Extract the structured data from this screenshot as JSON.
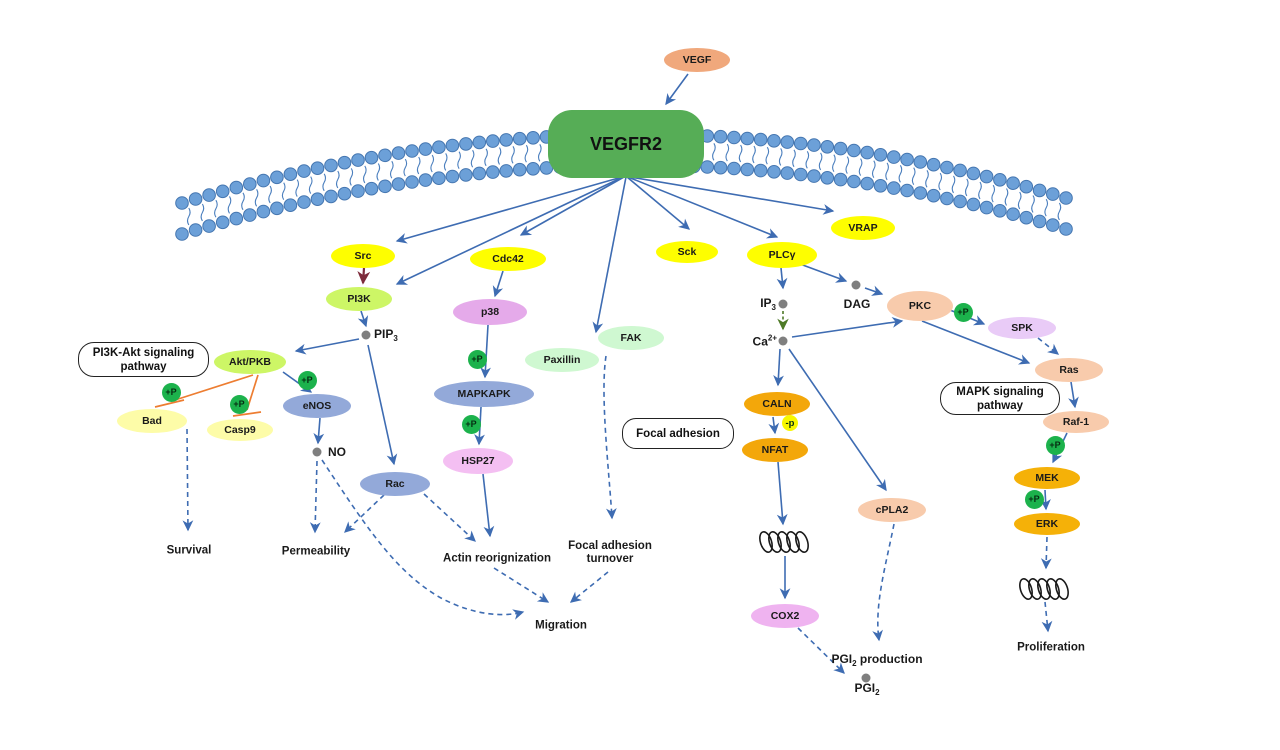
{
  "receptor": {
    "label": "VEGFR2",
    "fill": "#56AD56"
  },
  "nodes": [
    {
      "id": "vegf",
      "label": "VEGF",
      "fill": "#F0A87C"
    },
    {
      "id": "src",
      "label": "Src",
      "fill": "#FEFE00"
    },
    {
      "id": "pi3k",
      "label": "PI3K",
      "fill": "#CDF666"
    },
    {
      "id": "cdc42",
      "label": "Cdc42",
      "fill": "#FEFE00"
    },
    {
      "id": "p38",
      "label": "p38",
      "fill": "#E5AAEA"
    },
    {
      "id": "mapkapk",
      "label": "MAPKAPK",
      "fill": "#93A9D9"
    },
    {
      "id": "hsp27",
      "label": "HSP27",
      "fill": "#F4BFF2"
    },
    {
      "id": "rac",
      "label": "Rac",
      "fill": "#93A9D9"
    },
    {
      "id": "paxillin",
      "label": "Paxillin",
      "fill": "#CFF8D1"
    },
    {
      "id": "fak",
      "label": "FAK",
      "fill": "#CFF8D1"
    },
    {
      "id": "sck",
      "label": "Sck",
      "fill": "#FEFE00"
    },
    {
      "id": "plcg",
      "label": "PLCγ",
      "fill": "#FEFE00"
    },
    {
      "id": "vrap",
      "label": "VRAP",
      "fill": "#FEFE00"
    },
    {
      "id": "akt",
      "label": "Akt/PKB",
      "fill": "#CDF666"
    },
    {
      "id": "bad",
      "label": "Bad",
      "fill": "#FDFCA8"
    },
    {
      "id": "casp9",
      "label": "Casp9",
      "fill": "#FDFCA8"
    },
    {
      "id": "enos",
      "label": "eNOS",
      "fill": "#93A9D9"
    },
    {
      "id": "caln",
      "label": "CALN",
      "fill": "#F3A70A"
    },
    {
      "id": "nfat",
      "label": "NFAT",
      "fill": "#F3A70A"
    },
    {
      "id": "cox2",
      "label": "COX2",
      "fill": "#EFB3F0"
    },
    {
      "id": "cpla2",
      "label": "cPLA2",
      "fill": "#F8CBAC"
    },
    {
      "id": "pkc",
      "label": "PKC",
      "fill": "#F8CBAC"
    },
    {
      "id": "spk",
      "label": "SPK",
      "fill": "#E9CBF7"
    },
    {
      "id": "ras",
      "label": "Ras",
      "fill": "#F8CBAC"
    },
    {
      "id": "raf1",
      "label": "Raf-1",
      "fill": "#F8CBAC"
    },
    {
      "id": "mek",
      "label": "MEK",
      "fill": "#F5B108"
    },
    {
      "id": "erk",
      "label": "ERK",
      "fill": "#F5B108"
    }
  ],
  "marks": [
    {
      "id": "p-akt-bad",
      "label": "+P",
      "type": "plus"
    },
    {
      "id": "p-akt-casp9",
      "label": "+P",
      "type": "plus"
    },
    {
      "id": "p-akt-enos",
      "label": "+P",
      "type": "plus"
    },
    {
      "id": "p-p38-mapkapk",
      "label": "+P",
      "type": "plus"
    },
    {
      "id": "p-mapkapk-hsp27",
      "label": "+P",
      "type": "plus"
    },
    {
      "id": "p-pkc-spk",
      "label": "+P",
      "type": "plus"
    },
    {
      "id": "p-raf1-mek",
      "label": "+P",
      "type": "plus"
    },
    {
      "id": "p-mek-erk",
      "label": "+P",
      "type": "plus"
    },
    {
      "id": "p-caln-nfat",
      "label": "-p",
      "type": "minus"
    }
  ],
  "molecules": [
    {
      "id": "pip3",
      "parts": [
        {
          "t": "PIP"
        },
        {
          "t": "3",
          "sub": true
        }
      ]
    },
    {
      "id": "ip3",
      "parts": [
        {
          "t": "IP"
        },
        {
          "t": "3",
          "sub": true
        }
      ]
    },
    {
      "id": "ca2",
      "parts": [
        {
          "t": "Ca"
        },
        {
          "t": "2+",
          "sup": true
        }
      ]
    },
    {
      "id": "dag",
      "parts": [
        {
          "t": "DAG"
        }
      ]
    },
    {
      "id": "no",
      "parts": [
        {
          "t": "NO"
        }
      ]
    },
    {
      "id": "pgi2",
      "parts": [
        {
          "t": "PGI"
        },
        {
          "t": "2",
          "sub": true
        }
      ]
    },
    {
      "id": "pgi2prod",
      "parts": [
        {
          "t": "PGI"
        },
        {
          "t": "2",
          "sub": true
        },
        {
          "t": " production"
        }
      ]
    }
  ],
  "end_labels": [
    {
      "id": "survival",
      "lines": [
        "Survival"
      ]
    },
    {
      "id": "permeability",
      "lines": [
        "Permeability"
      ]
    },
    {
      "id": "actin",
      "lines": [
        "Actin reorignization"
      ]
    },
    {
      "id": "migration",
      "lines": [
        "Migration"
      ]
    },
    {
      "id": "turnover",
      "lines": [
        "Focal adhesion",
        "turnover"
      ]
    },
    {
      "id": "proliferation",
      "lines": [
        "Proliferation"
      ]
    }
  ],
  "boxes": [
    {
      "id": "pi3k-akt-box",
      "lines": [
        "PI3K-Akt signaling",
        "pathway"
      ]
    },
    {
      "id": "focal-adhesion-box",
      "lines": [
        "Focal adhesion"
      ]
    },
    {
      "id": "mapk-box",
      "lines": [
        "MAPK signaling",
        "pathway"
      ]
    }
  ],
  "colors": {
    "arrow_blue": "#3E6CB2",
    "inhibit_orange": "#ED7D31",
    "phospho_green": "#1CB24C",
    "dephospho_yellow": "#F7F700",
    "transfer_green": "#4E7A27",
    "activate_darkred": "#7D2B3B",
    "membrane_fill": "#6CA0D8",
    "membrane_stroke": "#4576B0",
    "small_molecule_dot": "#7F7F7F"
  }
}
